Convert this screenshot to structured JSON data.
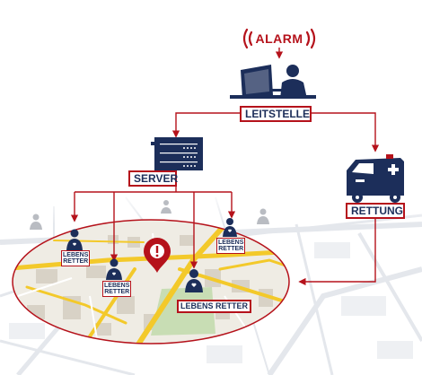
{
  "alarm": {
    "label": "ALARM"
  },
  "leitstelle": {
    "label": "LEITSTELLE"
  },
  "server": {
    "label": "SERVER"
  },
  "rettung": {
    "label": "RETTUNG"
  },
  "lebensretter": {
    "label": "LEBENS\nRETTER"
  },
  "colors": {
    "accent_red": "#b5121b",
    "navy": "#1c2e5a",
    "road_yellow": "#f3c92a",
    "map_bg": "#efece4",
    "park_green": "#c8ddb4"
  },
  "icons": [
    "alarm-waves-icon",
    "operator-desk-icon",
    "server-rack-icon",
    "ambulance-icon",
    "rescuer-icon",
    "emergency-location-pin-icon",
    "idle-rescuer-icon"
  ]
}
